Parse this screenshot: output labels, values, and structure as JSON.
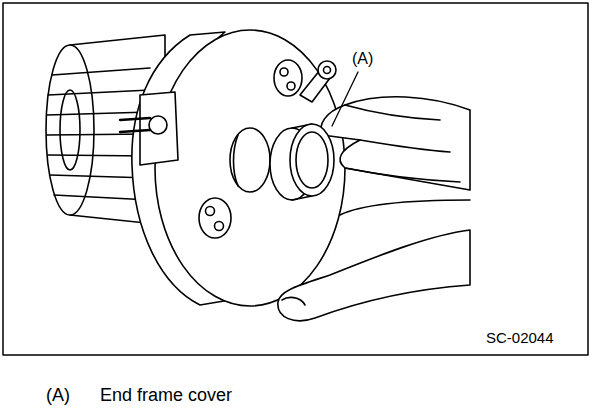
{
  "diagram": {
    "labels": [
      "(A)",
      "SC-02044",
      "(A)",
      "End frame cover"
    ]
  }
}
